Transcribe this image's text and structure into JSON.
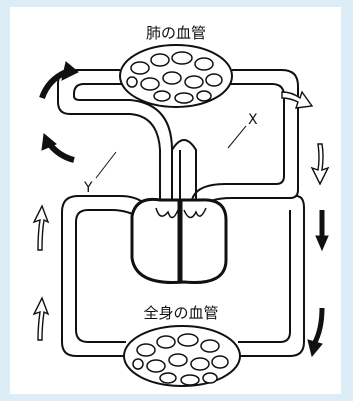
{
  "labels": {
    "lung_vessels": "肺の血管",
    "body_vessels": "全身の血管",
    "x": "X",
    "y": "Y"
  },
  "colors": {
    "background": "#dcedf8",
    "panel": "#ffffff",
    "ink": "#111111"
  }
}
